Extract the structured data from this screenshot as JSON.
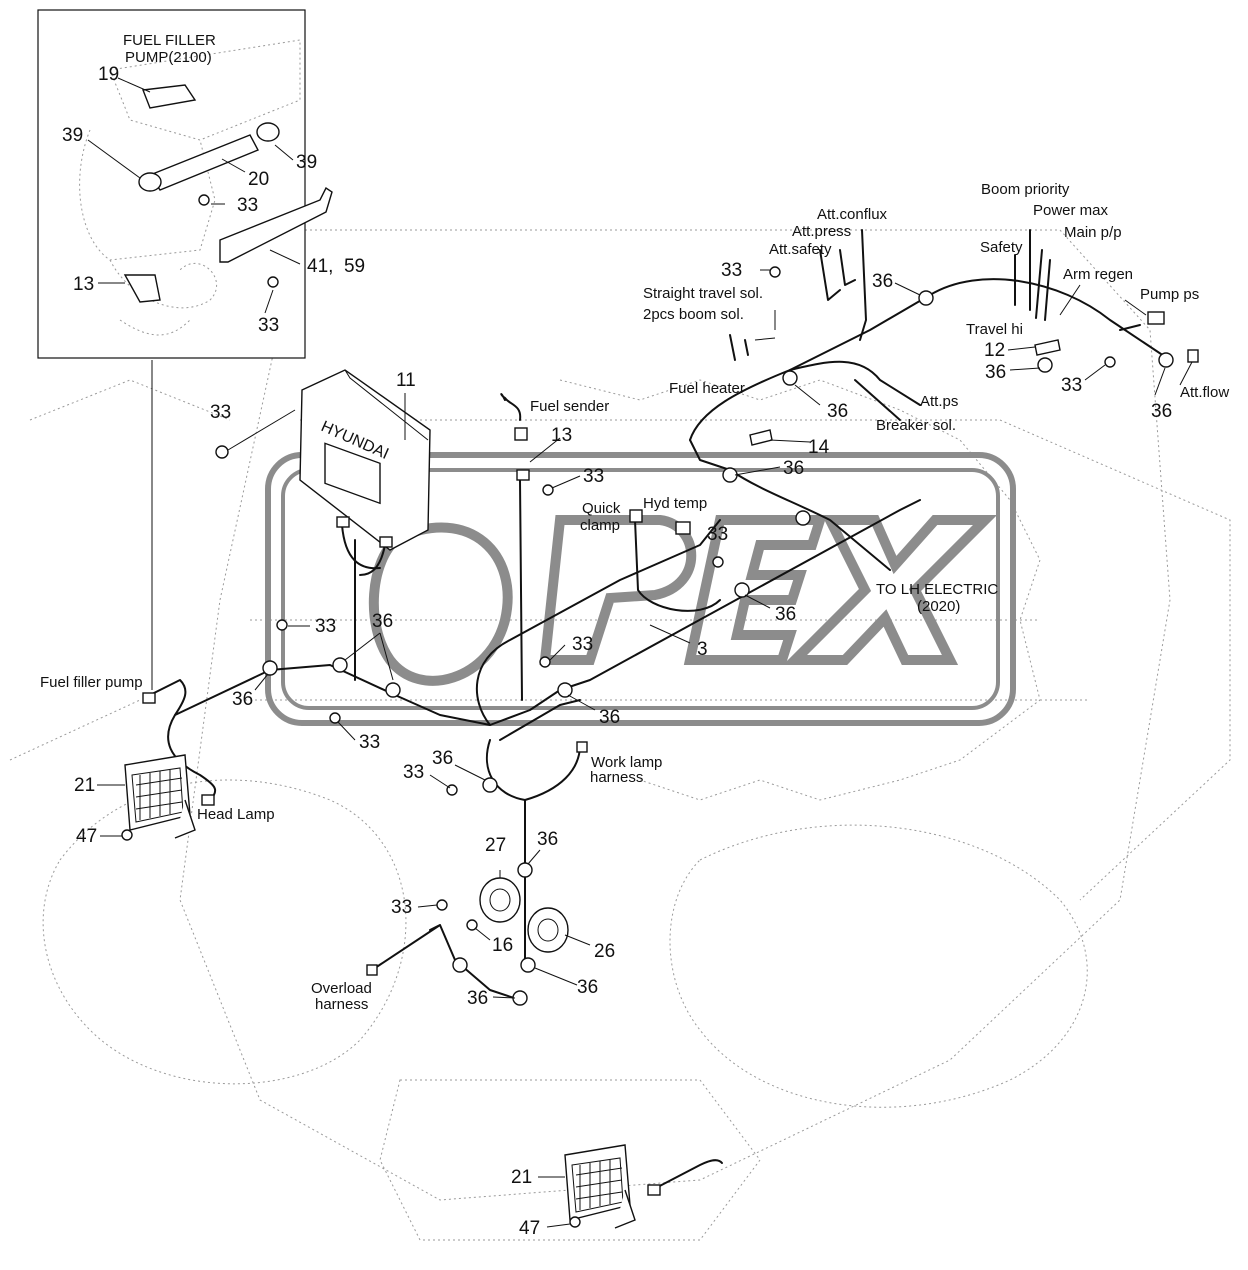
{
  "inset": {
    "title_line1": "FUEL FILLER",
    "title_line2": "PUMP(2100)"
  },
  "watermark": {
    "text": "OPEX",
    "color": "#8c8c8c"
  },
  "part_numbers": {
    "n19": "19",
    "n39a": "39",
    "n39b": "39",
    "n20": "20",
    "n33_inset_a": "33",
    "n13_inset": "13",
    "n41_59": "41,  59",
    "n33_inset_b": "33",
    "n11": "11",
    "n33_left": "33",
    "n13_mid": "13",
    "n33_mid": "33",
    "n33_top": "33",
    "n36_top": "36",
    "n12": "12",
    "n36_right_a": "36",
    "n33_right": "33",
    "n36_right_b": "36",
    "n36_fuelheater": "36",
    "n14": "14",
    "n36_mid_a": "36",
    "n33_hyd": "33",
    "n36_mid_b": "36",
    "n33_lower_left": "33",
    "n36_lower_left_a": "36",
    "n36_lower_left_b": "36",
    "n33_center": "33",
    "n3": "3",
    "n36_center": "36",
    "n33_bottom_left": "33",
    "n36_work": "36",
    "n33_work": "33",
    "n21_top": "21",
    "n47_top": "47",
    "n27": "27",
    "n36_horn": "36",
    "n33_horn": "33",
    "n16": "16",
    "n26": "26",
    "n36_horn_b": "36",
    "n36_overload": "36",
    "n21_bottom": "21",
    "n47_bottom": "47"
  },
  "labels": {
    "boom_priority": "Boom priority",
    "power_max": "Power max",
    "att_conflux": "Att.conflux",
    "main_pp": "Main p/p",
    "att_press": "Att.press",
    "safety": "Safety",
    "att_safety": "Att.safety",
    "arm_regen": "Arm regen",
    "straight_travel": "Straight travel sol.",
    "pump_ps": "Pump ps",
    "boom_sol": "2pcs boom sol.",
    "travel_hi": "Travel hi",
    "fuel_heater": "Fuel heater",
    "att_flow": "Att.flow",
    "fuel_sender": "Fuel sender",
    "att_ps": "Att.ps",
    "breaker_sol": "Breaker sol.",
    "quick_clamp_1": "Quick",
    "quick_clamp_2": "clamp",
    "hyd_temp": "Hyd temp",
    "lh_electric_1": "TO LH ELECTRIC",
    "lh_electric_2": "(2020)",
    "fuel_filler_pump": "Fuel filler pump",
    "work_lamp_1": "Work lamp",
    "work_lamp_2": "harness",
    "head_lamp": "Head Lamp",
    "overload_1": "Overload",
    "overload_2": "harness",
    "cluster_brand": "HYUNDAI"
  }
}
